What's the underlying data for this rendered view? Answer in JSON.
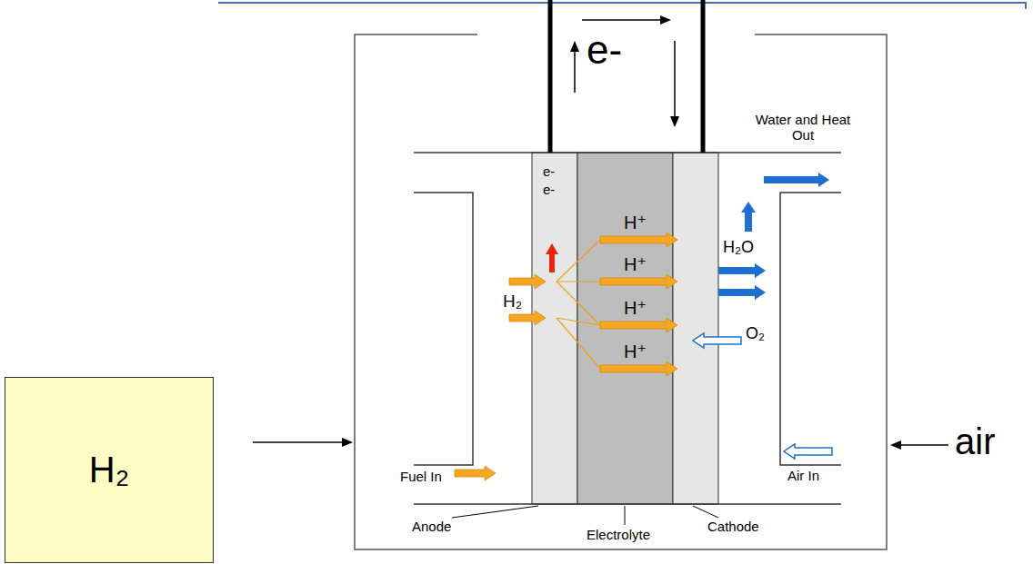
{
  "diagram": {
    "nodes": [
      {
        "text": [
          "H₂"
        ]
      }
    ],
    "labels": [
      "e-",
      "Water and Heat Out",
      "e-",
      "e-",
      "H⁺",
      "H⁺",
      "H⁺",
      "H⁺",
      "H₂",
      "H₂O",
      "O₂",
      "Fuel In",
      "Air In",
      "Anode",
      "Electrolyte",
      "Cathode",
      "air"
    ]
  }
}
